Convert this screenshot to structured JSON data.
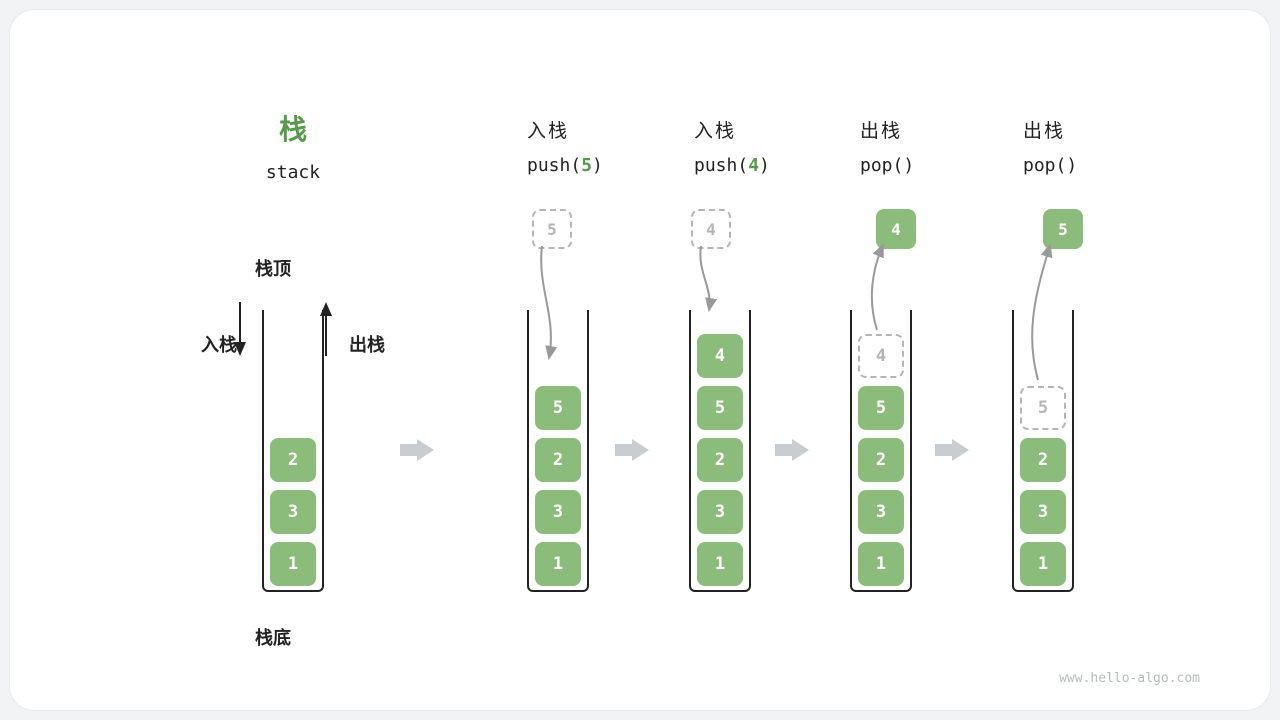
{
  "title": {
    "zh": "栈",
    "en": "stack"
  },
  "side_labels": {
    "top": "栈顶",
    "bottom": "栈底",
    "push": "入栈",
    "pop": "出栈"
  },
  "watermark": "www.hello-algo.com",
  "colors": {
    "accent-green": "#569b49",
    "cell-green": "#8cbc7c",
    "ink": "#222222",
    "muted": "#b5b5b5",
    "arrow-gray": "#999999",
    "step-arrow": "#c9cdcf",
    "watermark": "#b5bbbe",
    "bg": "#f2f3f4",
    "card": "#ffffff"
  },
  "steps": [
    {
      "cells": [
        "2",
        "3",
        "1"
      ],
      "cell_variants": [
        "solid",
        "solid",
        "solid"
      ]
    },
    {
      "label": "入栈",
      "code_fn": "push(",
      "code_arg": "5",
      "code_end": ")",
      "floating": "5",
      "floating_variant": "dashed",
      "cells": [
        "5",
        "2",
        "3",
        "1"
      ],
      "cell_variants": [
        "solid",
        "solid",
        "solid",
        "solid"
      ]
    },
    {
      "label": "入栈",
      "code_fn": "push(",
      "code_arg": "4",
      "code_end": ")",
      "floating": "4",
      "floating_variant": "dashed",
      "cells": [
        "4",
        "5",
        "2",
        "3",
        "1"
      ],
      "cell_variants": [
        "solid",
        "solid",
        "solid",
        "solid",
        "solid"
      ]
    },
    {
      "label": "出栈",
      "code_fn": "pop(",
      "code_arg": "",
      "code_end": ")",
      "floating": "4",
      "floating_variant": "solid",
      "cells": [
        "4",
        "5",
        "2",
        "3",
        "1"
      ],
      "cell_variants": [
        "dashed",
        "solid",
        "solid",
        "solid",
        "solid"
      ]
    },
    {
      "label": "出栈",
      "code_fn": "pop(",
      "code_arg": "",
      "code_end": ")",
      "floating": "5",
      "floating_variant": "solid",
      "cells": [
        "5",
        "2",
        "3",
        "1"
      ],
      "cell_variants": [
        "dashed",
        "solid",
        "solid",
        "solid"
      ]
    }
  ]
}
